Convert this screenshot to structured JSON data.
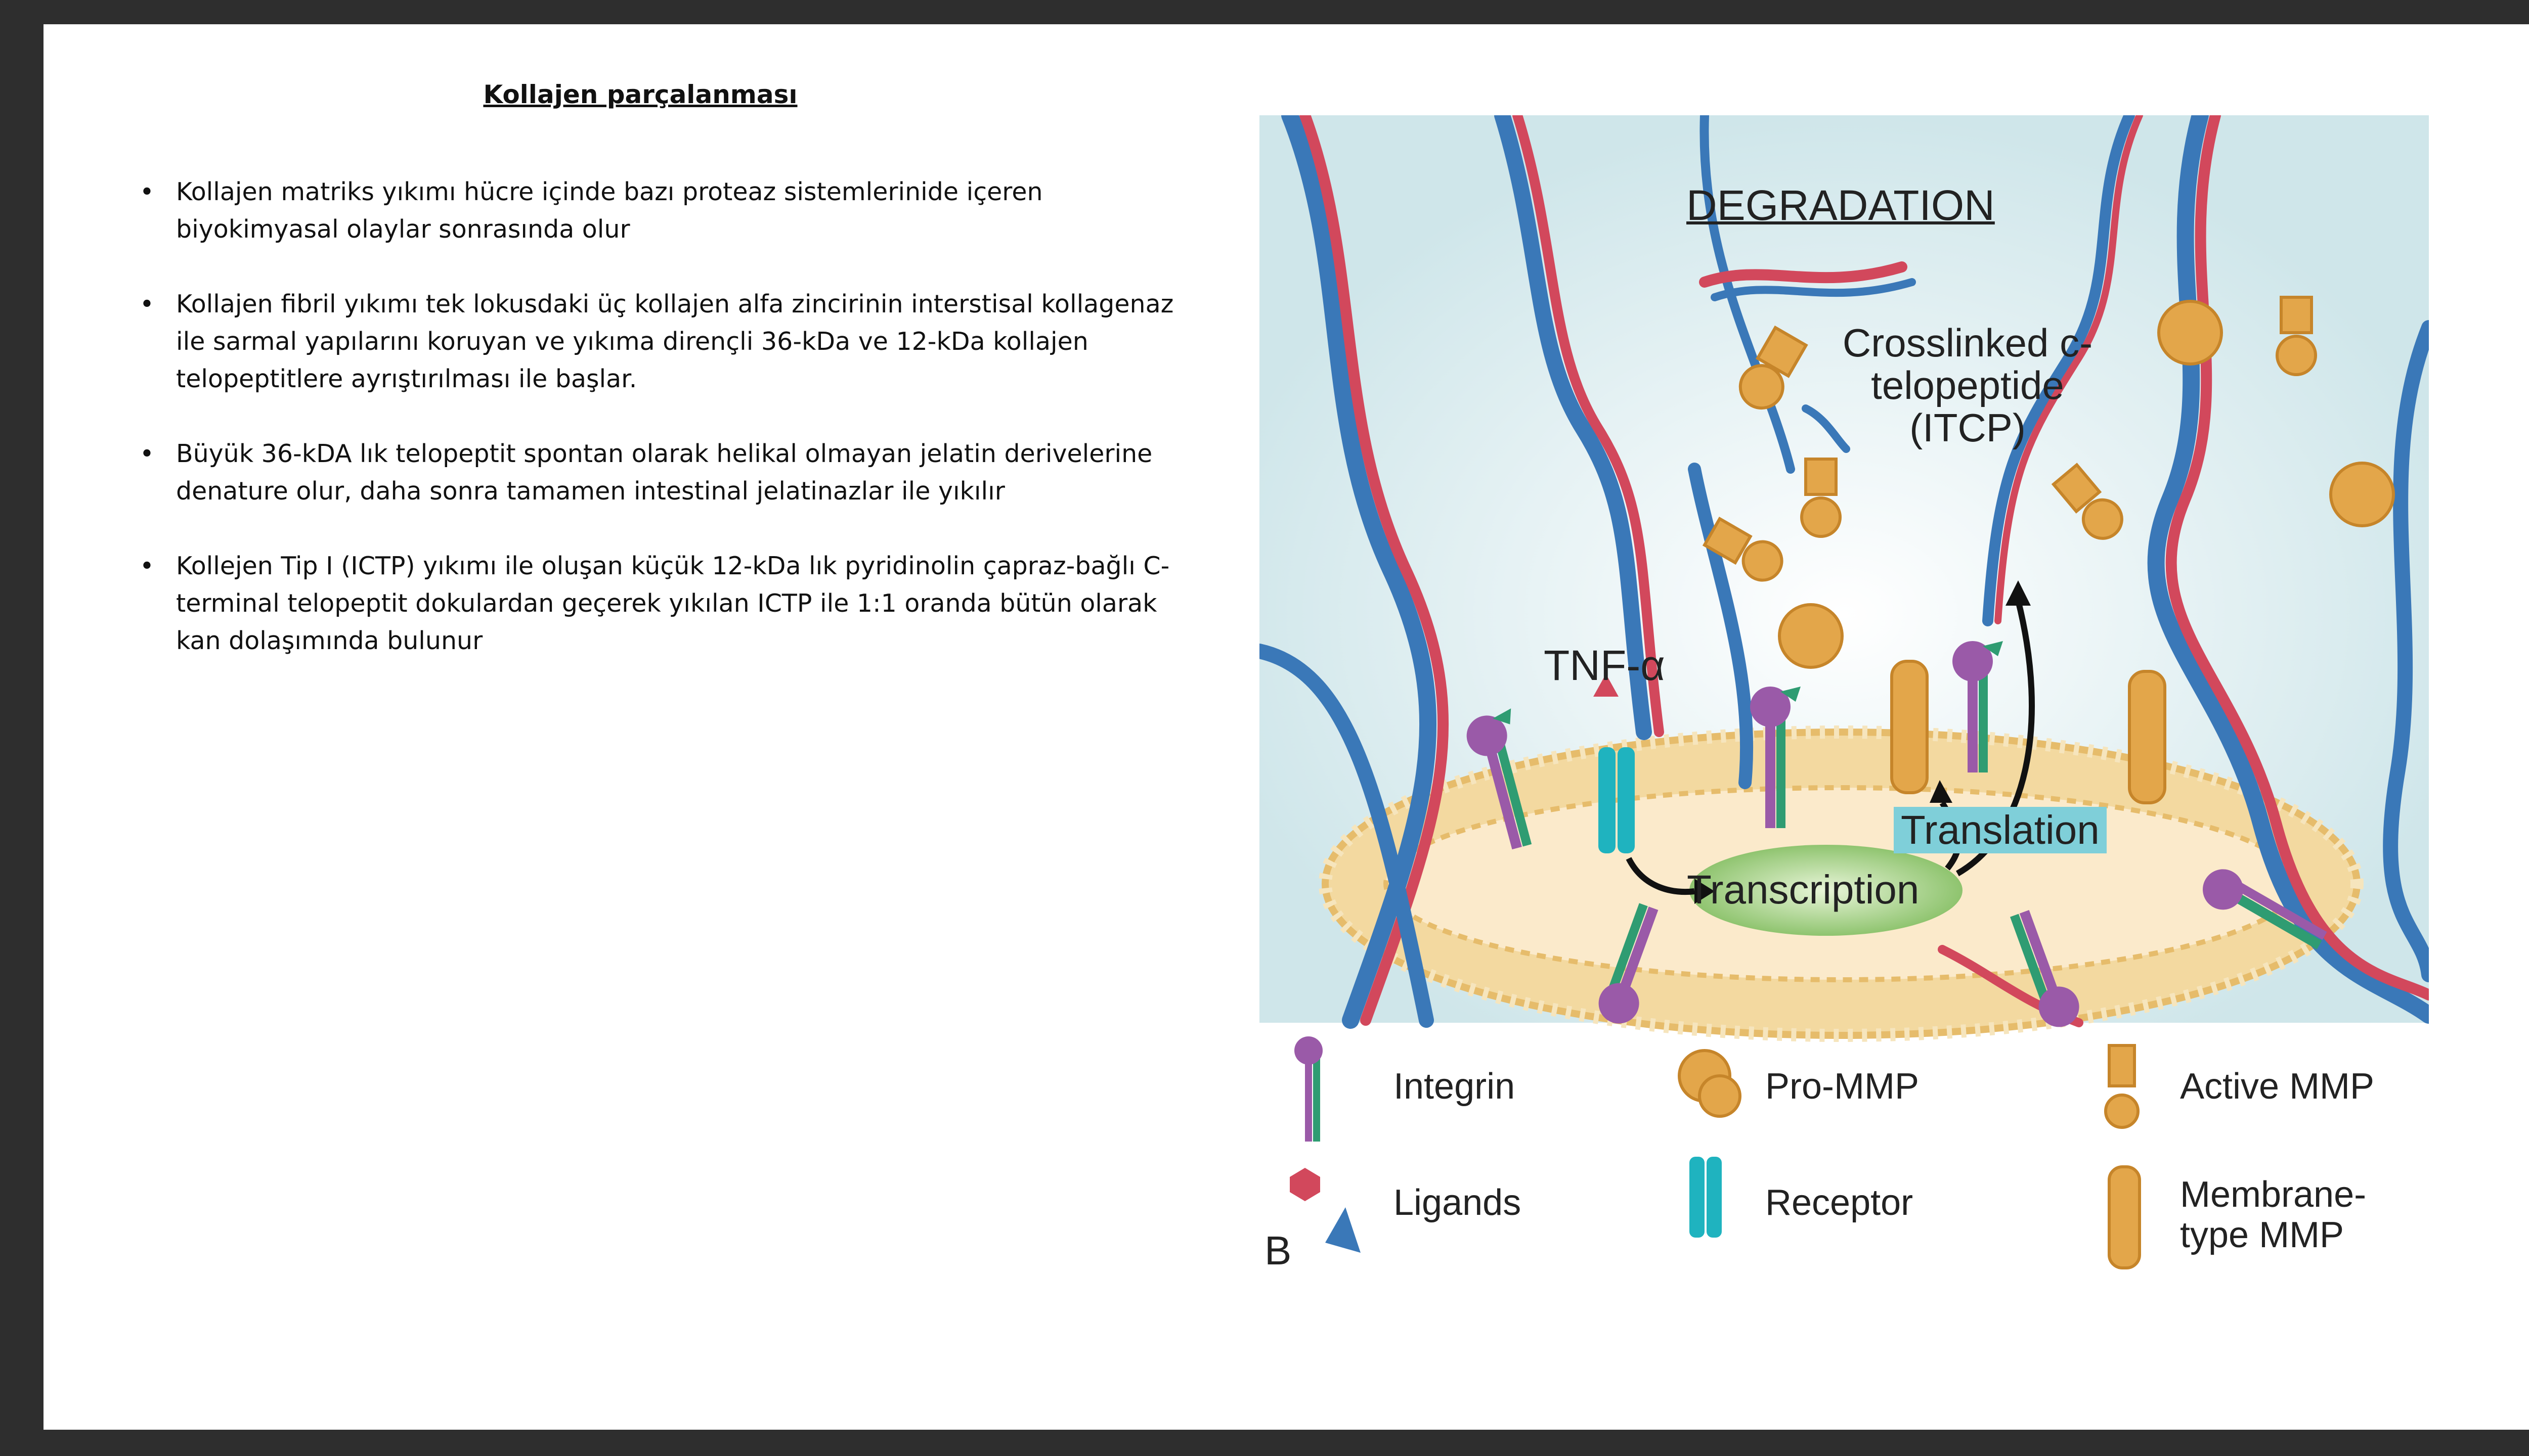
{
  "slide": {
    "title": "Kollajen parçalanması",
    "bullets": [
      "Kollajen matriks yıkımı hücre içinde bazı proteaz sistemlerinide içeren biyokimyasal olaylar sonrasında olur",
      "Kollajen fibril yıkımı tek lokusdaki üç kollajen alfa zincirinin interstisal kollagenaz ile sarmal yapılarını koruyan ve yıkıma dirençli 36-kDa ve 12-kDa kollajen telopeptitlere ayrıştırılması ile başlar.",
      "Büyük 36-kDA lık telopeptit spontan olarak helikal olmayan jelatin derivelerine denature olur, daha sonra tamamen intestinal jelatinazlar ile yıkılır",
      "Kollejen Tip I (ICTP) yıkımı ile oluşan küçük 12-kDa lık pyridinolin çapraz-bağlı  C-terminal telopeptit dokulardan geçerek yıkılan ICTP ile 1:1 oranda bütün olarak kan dolaşımında bulunur"
    ],
    "bullet_char": "•"
  },
  "figure": {
    "degradation": "DEGRADATION",
    "itcp": "Crosslinked c-telopeptide (ITCP)",
    "tnf": "TNF-α",
    "translation": "Translation",
    "transcription": "Transcription",
    "panel_letter": "B",
    "legend": {
      "integrin": "Integrin",
      "pro_mmp": "Pro-MMP",
      "active_mmp": "Active MMP",
      "ligands": "Ligands",
      "receptor": "Receptor",
      "membrane_mmp": "Membrane-type MMP"
    },
    "colors": {
      "background": "#cfe6ea",
      "collagen_blue": "#3a78b8",
      "collagen_red": "#d2485c",
      "membrane": "#f3d9a0",
      "mmp": "#e3a64a",
      "integrin_purple": "#9a5aa8",
      "integrin_green": "#2f9c72",
      "receptor": "#1fb3bf",
      "transcription": "#a8d38a"
    }
  }
}
